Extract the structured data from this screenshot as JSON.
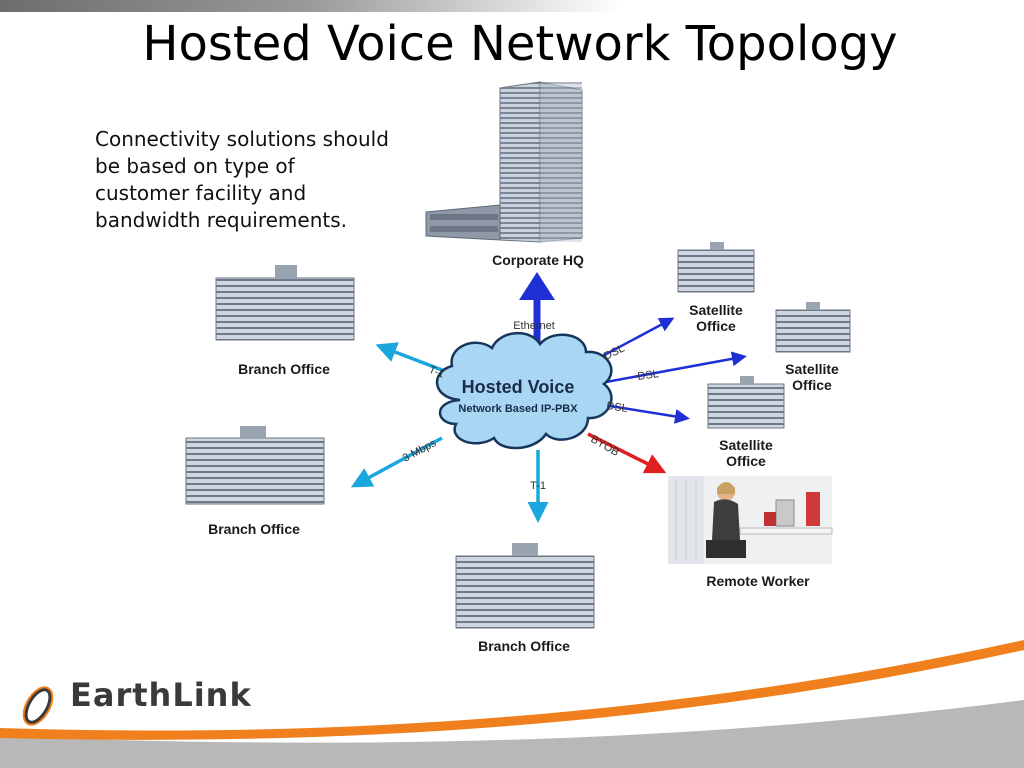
{
  "title": "Hosted Voice Network Topology",
  "description": "Connectivity solutions should be based on type of customer facility and bandwidth requirements.",
  "cloud": {
    "title": "Hosted Voice",
    "subtitle": "Network Based IP-PBX"
  },
  "nodes": {
    "corporate_hq": "Corporate HQ",
    "branch_left_top": "Branch Office",
    "branch_left_bottom": "Branch Office",
    "branch_bottom": "Branch Office",
    "satellite_1": "Satellite Office",
    "satellite_2": "Satellite Office",
    "satellite_3": "Satellite Office",
    "remote_worker": "Remote Worker"
  },
  "links": {
    "ethernet": "Ethernet",
    "t1_left": "T-1",
    "mbps_left": "3 Mbps",
    "t1_bottom": "T-1",
    "dsl_1": "DSL",
    "dsl_2": "DSL",
    "dsl_3": "DSL",
    "byob": "BYOB"
  },
  "logo": {
    "name": "EarthLink"
  },
  "colors": {
    "cyan_arrow": "#1aa7dd",
    "blue_arrow": "#1f2fd6",
    "red_arrow": "#e02020",
    "cloud_fill": "#a9d6f2",
    "footer_orange": "#f0801e",
    "footer_gray": "#b8b8b8"
  }
}
